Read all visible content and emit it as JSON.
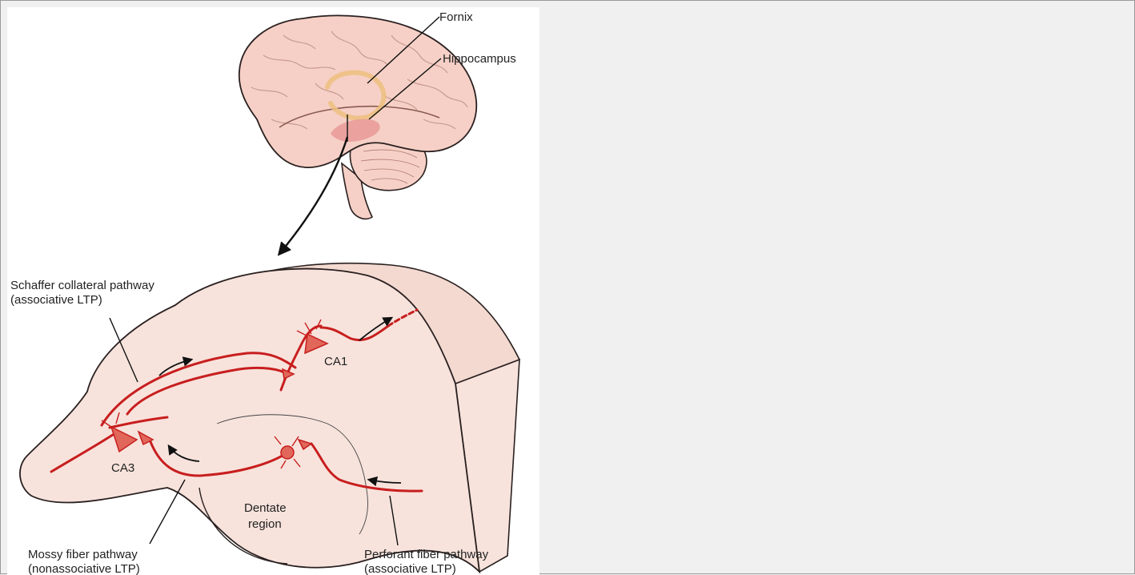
{
  "labels": {
    "fornix": "Fornix",
    "hippocampus": "Hippocampus",
    "schaffer_line1": "Schaffer collateral pathway",
    "schaffer_line2": "(associative LTP)",
    "ca1": "CA1",
    "ca3": "CA3",
    "dentate_line1": "Dentate",
    "dentate_line2": "region",
    "mossy_line1": "Mossy fiber pathway",
    "mossy_line2": "(nonassociative LTP)",
    "perforant_line1": "Perforant fiber pathway",
    "perforant_line2": "(associative LTP)"
  },
  "colors": {
    "brain_fill": "#f6d0c6",
    "brain_stroke": "#2a2020",
    "fornix": "#ecc07e",
    "hippocampus": "#e99a96",
    "slice_fill": "#f7e3dc",
    "pathway": "#c81e1e",
    "neuron": "#e0675a"
  },
  "icons": {
    "arrow": "arrow-icon"
  }
}
